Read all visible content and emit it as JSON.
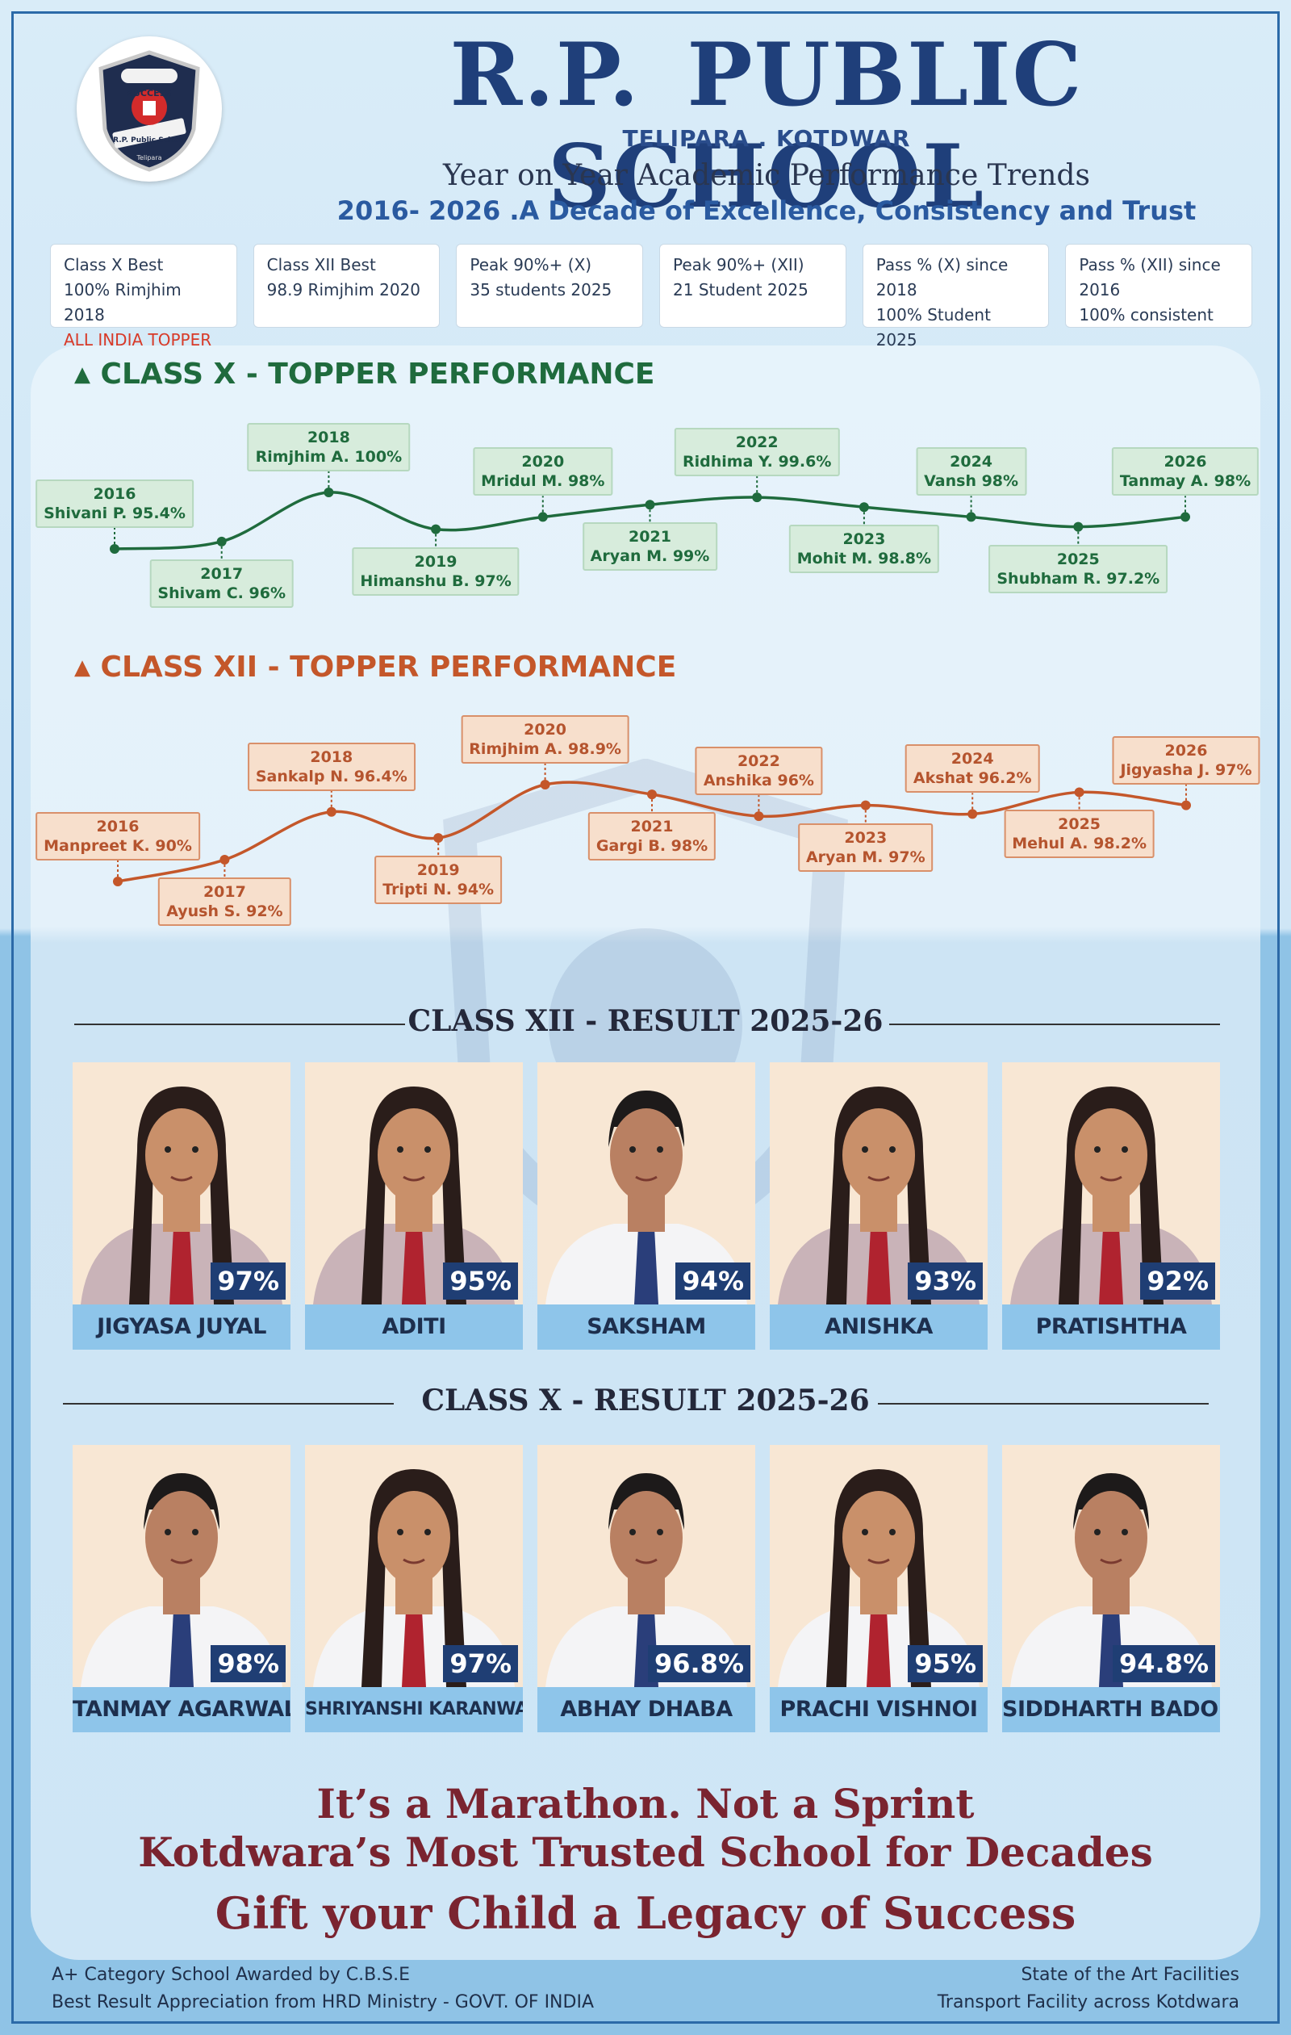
{
  "header": {
    "logo_text_top": "SUCCESS",
    "logo_text_band": "R.P. Public School",
    "logo_text_bottom": "Telipara",
    "title": "R.P. PUBLIC SCHOOL",
    "subtitle": "TELIPARA . KOTDWAR",
    "tagline": "Year on Year Academic Performance Trends",
    "tagline2": "2016- 2026 .A Decade of Excellence, Consistency and Trust"
  },
  "stats": [
    {
      "label": "Class X Best",
      "value": "100% Rimjhim 2018",
      "note": "ALL INDIA TOPPER"
    },
    {
      "label": "Class XII Best",
      "value": "98.9 Rimjhim 2020",
      "note": ""
    },
    {
      "label": "Peak 90%+ (X)",
      "value": "35 students 2025",
      "note": ""
    },
    {
      "label": "Peak 90%+ (XII)",
      "value": "21 Student 2025",
      "note": ""
    },
    {
      "label": "Pass % (X) since 2018",
      "value": "100% Student 2025",
      "note": ""
    },
    {
      "label": "Pass % (XII) since 2016",
      "value": "100% consistent",
      "note": ""
    }
  ],
  "colors": {
    "class_x": "#1f6b3d",
    "class_xii": "#c4572a",
    "navy": "#1f3f7a"
  },
  "chart_data": [
    {
      "type": "line",
      "title": "CLASS X - TOPPER PERFORMANCE",
      "points": [
        {
          "year": "2016",
          "name": "Shivani P.",
          "value": 95.4,
          "label": "Shivani P. 95.4%"
        },
        {
          "year": "2017",
          "name": "Shivam C.",
          "value": 96,
          "label": "Shivam C. 96%"
        },
        {
          "year": "2018",
          "name": "Rimjhim A.",
          "value": 100,
          "label": "Rimjhim A. 100%"
        },
        {
          "year": "2019",
          "name": "Himanshu B.",
          "value": 97,
          "label": "Himanshu B. 97%"
        },
        {
          "year": "2020",
          "name": "Mridul M.",
          "value": 98,
          "label": "Mridul M. 98%"
        },
        {
          "year": "2021",
          "name": "Aryan M.",
          "value": 99,
          "label": "Aryan M. 99%"
        },
        {
          "year": "2022",
          "name": "Ridhima Y.",
          "value": 99.6,
          "label": "Ridhima Y. 99.6%"
        },
        {
          "year": "2023",
          "name": "Mohit M.",
          "value": 98.8,
          "label": "Mohit M. 98.8%"
        },
        {
          "year": "2024",
          "name": "Vansh",
          "value": 98,
          "label": "Vansh 98%"
        },
        {
          "year": "2025",
          "name": "Shubham R.",
          "value": 97.2,
          "label": "Shubham R. 97.2%"
        },
        {
          "year": "2026",
          "name": "Tanmay A.",
          "value": 98,
          "label": "Tanmay A. 98%"
        }
      ]
    },
    {
      "type": "line",
      "title": "CLASS XII - TOPPER PERFORMANCE",
      "points": [
        {
          "year": "2016",
          "name": "Manpreet K.",
          "value": 90,
          "label": "Manpreet K. 90%"
        },
        {
          "year": "2017",
          "name": "Ayush S.",
          "value": 92,
          "label": "Ayush S. 92%"
        },
        {
          "year": "2018",
          "name": "Sankalp N.",
          "value": 96.4,
          "label": "Sankalp N. 96.4%"
        },
        {
          "year": "2019",
          "name": "Tripti N.",
          "value": 94,
          "label": "Tripti N. 94%"
        },
        {
          "year": "2020",
          "name": "Rimjhim A.",
          "value": 98.9,
          "label": "Rimjhim A. 98.9%"
        },
        {
          "year": "2021",
          "name": "Gargi B.",
          "value": 98,
          "label": "Gargi B. 98%"
        },
        {
          "year": "2022",
          "name": "Anshika",
          "value": 96,
          "label": "Anshika 96%"
        },
        {
          "year": "2023",
          "name": "Aryan M.",
          "value": 97,
          "label": "Aryan M. 97%"
        },
        {
          "year": "2024",
          "name": "Akshat",
          "value": 96.2,
          "label": "Akshat 96.2%"
        },
        {
          "year": "2025",
          "name": "Mehul A.",
          "value": 98.2,
          "label": "Mehul A. 98.2%"
        },
        {
          "year": "2026",
          "name": "Jigyasha J.",
          "value": 97,
          "label": "Jigyasha J. 97%"
        }
      ]
    }
  ],
  "class_xii_result": {
    "heading": "CLASS XII - RESULT 2025-26",
    "students": [
      {
        "name": "JIGYASA JUYAL",
        "percent": "97%"
      },
      {
        "name": "ADITI",
        "percent": "95%"
      },
      {
        "name": "SAKSHAM",
        "percent": "94%"
      },
      {
        "name": "ANISHKA",
        "percent": "93%"
      },
      {
        "name": "PRATISHTHA",
        "percent": "92%"
      }
    ]
  },
  "class_x_result": {
    "heading": "CLASS X - RESULT 2025-26",
    "students": [
      {
        "name": "TANMAY AGARWAL",
        "percent": "98%"
      },
      {
        "name": "SHRIYANSHI KARANWAL",
        "percent": "97%"
      },
      {
        "name": "ABHAY DHABA",
        "percent": "96.8%"
      },
      {
        "name": "PRACHI VISHNOI",
        "percent": "95%"
      },
      {
        "name": "SIDDHARTH BADOLA",
        "percent": "94.8%"
      }
    ]
  },
  "motto": {
    "line1": "It’s a Marathon. Not a Sprint",
    "line2": "Kotdwara’s Most Trusted School for Decades",
    "line3": "Gift your Child a Legacy of Success"
  },
  "footer": {
    "left1": "A+ Category School Awarded by C.B.S.E",
    "left2": "Best Result Appreciation from HRD Ministry - GOVT. OF INDIA",
    "right1": "State of the Art Facilities",
    "right2": "Transport Facility across Kotdwara"
  }
}
